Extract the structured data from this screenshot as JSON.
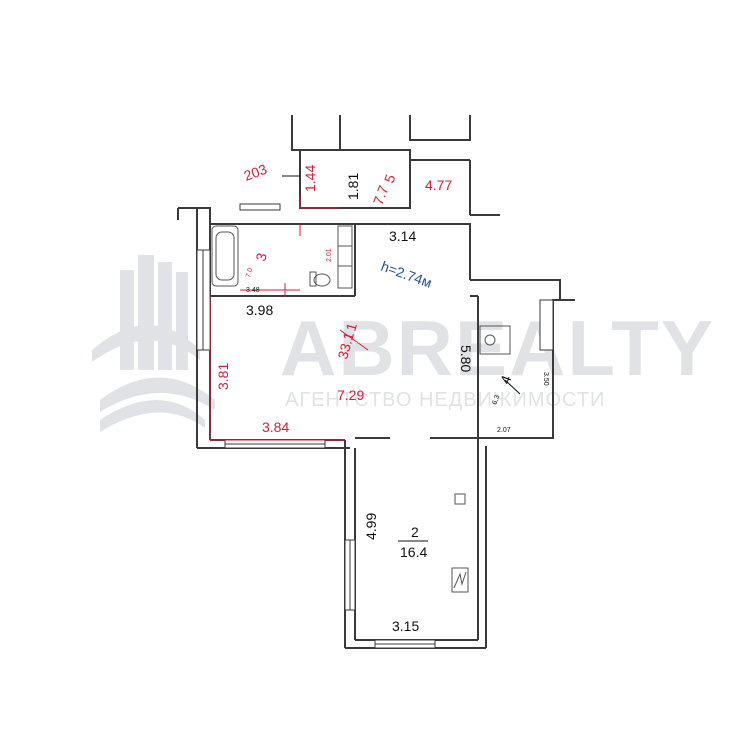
{
  "watermark": {
    "brand": "ABREALTY",
    "tagline": "АГЕНТСТВО НЕДВИЖИМОСТИ"
  },
  "ceiling_height": "h=2.74м",
  "rooms": {
    "room_5": {
      "number": "5",
      "area": "7.7"
    },
    "room_3": {
      "number": "3",
      "area": "7.0"
    },
    "room_1": {
      "number": "1",
      "area": "33.1"
    },
    "room_4": {
      "number": "4",
      "area": "6.3"
    },
    "room_2": {
      "number": "2",
      "area": "16.4"
    }
  },
  "red_labels": {
    "area_203": "203",
    "dim_144": "1.44",
    "dim_477": "4.77",
    "dim_201": "2.01",
    "dim_348": "3.48",
    "dim_381": "3.81",
    "dim_729": "7.29",
    "dim_384": "3.84"
  },
  "dimensions": {
    "dim_181": "1.81",
    "dim_314": "3.14",
    "dim_398": "3.98",
    "dim_580": "5.80",
    "dim_350": "3.50",
    "dim_207": "2.07",
    "dim_499": "4.99",
    "dim_315": "3.15"
  }
}
